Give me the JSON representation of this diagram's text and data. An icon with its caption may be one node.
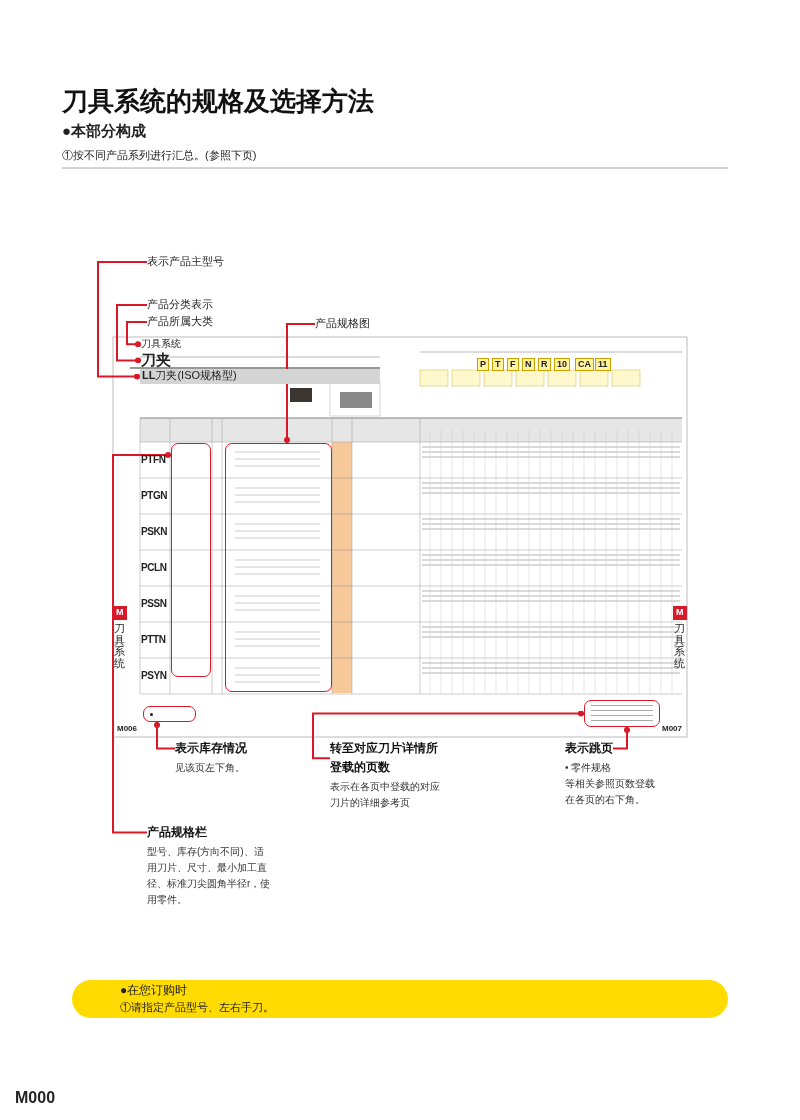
{
  "diagram": {
    "title": "刀具系统的规格及选择方法",
    "nodes": [
      {
        "text": [
          "表示产品主型号"
        ]
      },
      {
        "text": [
          "产品分类表示"
        ]
      },
      {
        "text": [
          "产品所属大类"
        ]
      },
      {
        "text": [
          "产品规格图"
        ]
      },
      {
        "text": [],
        "shape": "picture"
      },
      {
        "text": [
          "刀具系统"
        ],
        "in": 4
      },
      {
        "text": [
          "刀夹"
        ],
        "in": 4
      },
      {
        "text": [
          "**LL**刀夹(ISO规格型)"
        ],
        "in": 4
      },
      {
        "text": [],
        "shape": "box",
        "in": 4
      },
      {
        "text": [],
        "shape": "box",
        "in": 4
      },
      {
        "text": [],
        "shape": "box",
        "in": 4
      },
      {
        "text": [],
        "shape": "box",
        "in": 4
      },
      {
        "text": [
          "表示库存情况",
          "见该页左下角。"
        ]
      },
      {
        "text": [
          "转至对应刀片详情所登载的页数",
          "表示在各页中登载的对应刀片的详细参考页"
        ]
      },
      {
        "text": [
          "表示跳页",
          "• 零件规格",
          "等相关参照页数登载在各页的右下角。"
        ]
      },
      {
        "text": [
          "产品规格栏",
          "型号、库存(方向不同)、适用刀片、尺寸、最小加工直径、标准刀尖圆角半径r，使用零件。"
        ]
      }
    ],
    "edges": [
      {
        "from": 0,
        "to": 7,
        "arrow": "other",
        "color": "#d7192a"
      },
      {
        "from": 1,
        "to": 6,
        "arrow": "other",
        "color": "#d7192a"
      },
      {
        "from": 2,
        "to": 5,
        "arrow": "other",
        "color": "#d7192a"
      },
      {
        "from": 3,
        "to": 8,
        "arrow": "other",
        "color": "#d7192a"
      },
      {
        "from": 15,
        "to": 9,
        "arrow": "other",
        "color": "#d7192a"
      },
      {
        "from": 12,
        "to": 10,
        "arrow": "other",
        "color": "#d7192a"
      },
      {
        "from": 13,
        "to": 11,
        "arrow": "other",
        "color": "#d7192a"
      },
      {
        "from": 14,
        "to": 11,
        "arrow": "other",
        "color": "#d7192a"
      }
    ],
    "labels": [
      "●本部分构成",
      "①按不同产品系列进行汇总。(参照下页)",
      "P",
      "T",
      "F",
      "N",
      "R",
      "10",
      "CA",
      "11",
      "PTFN",
      "PTGN",
      "PSKN",
      "PCLN",
      "PSSN",
      "PTTN",
      "PSYN",
      "M",
      "刀具系统",
      "M",
      "刀具系统",
      "M006",
      "M007",
      "●在您订购时",
      "①请指定产品型号、左右手刀。",
      "M000"
    ]
  }
}
